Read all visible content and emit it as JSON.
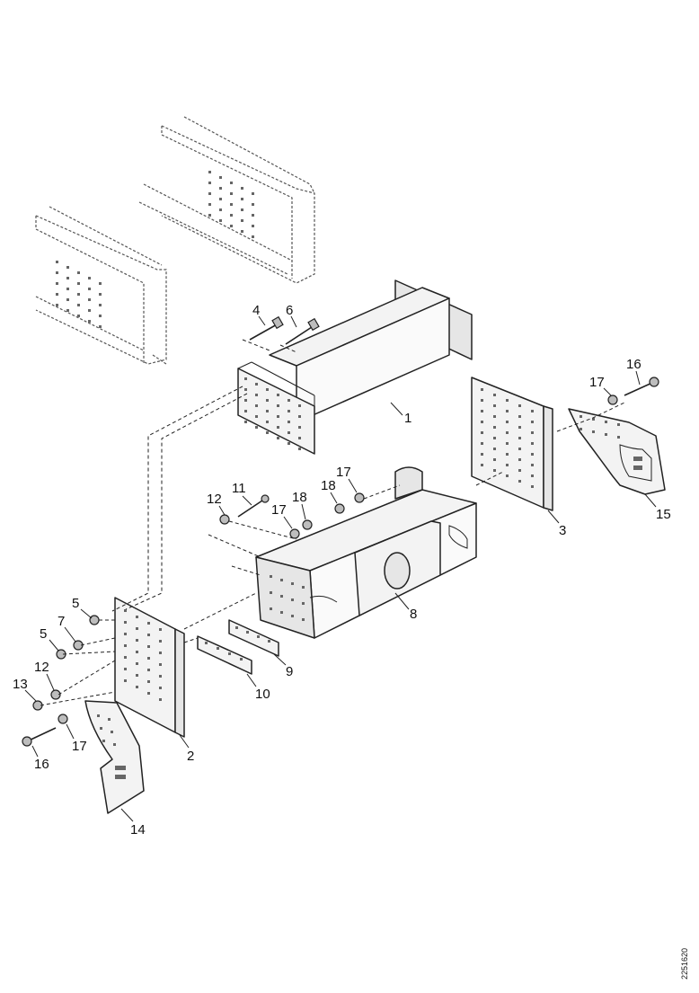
{
  "diagram": {
    "callouts": {
      "c1": "1",
      "c2": "2",
      "c3": "3",
      "c4": "4",
      "c5a": "5",
      "c5b": "5",
      "c6": "6",
      "c7": "7",
      "c8": "8",
      "c9": "9",
      "c10": "10",
      "c11": "11",
      "c12a": "12",
      "c12b": "12",
      "c13": "13",
      "c14": "14",
      "c15": "15",
      "c16a": "16",
      "c16b": "16",
      "c17a": "17",
      "c17b": "17",
      "c17c": "17",
      "c17d": "17",
      "c18a": "18",
      "c18b": "18"
    },
    "document_number": "2251620"
  }
}
